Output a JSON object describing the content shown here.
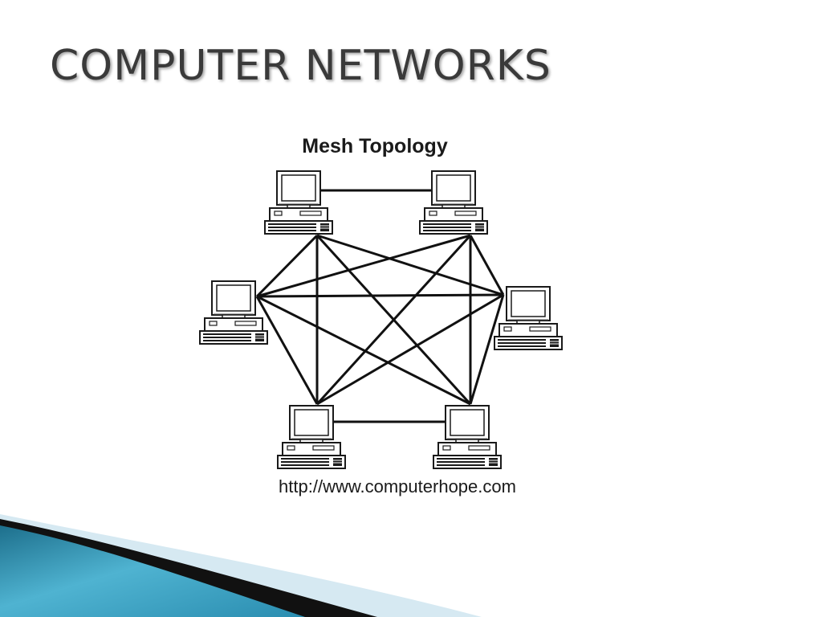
{
  "slide": {
    "title": "COMPUTER NETWORKS"
  },
  "diagram": {
    "caption": "Mesh Topology",
    "source_url": "http://www.computerhope.com",
    "node_icon": "desktop-computer-icon",
    "nodes": [
      {
        "id": "top-left"
      },
      {
        "id": "top-right"
      },
      {
        "id": "mid-left"
      },
      {
        "id": "mid-right"
      },
      {
        "id": "bottom-left"
      },
      {
        "id": "bottom-right"
      }
    ],
    "links": [
      [
        "top-left",
        "top-right"
      ],
      [
        "top-left",
        "mid-left"
      ],
      [
        "top-left",
        "mid-right"
      ],
      [
        "top-left",
        "bottom-left"
      ],
      [
        "top-left",
        "bottom-right"
      ],
      [
        "top-right",
        "mid-left"
      ],
      [
        "top-right",
        "mid-right"
      ],
      [
        "top-right",
        "bottom-left"
      ],
      [
        "top-right",
        "bottom-right"
      ],
      [
        "mid-left",
        "mid-right"
      ],
      [
        "mid-left",
        "bottom-left"
      ],
      [
        "mid-left",
        "bottom-right"
      ],
      [
        "mid-right",
        "bottom-left"
      ],
      [
        "mid-right",
        "bottom-right"
      ],
      [
        "bottom-left",
        "bottom-right"
      ]
    ],
    "line_color": "#111111"
  },
  "theme": {
    "title_color": "#3a3a3a",
    "accent_teal": "#2f93b3",
    "accent_light": "#d6e9f2",
    "accent_dark": "#111111"
  }
}
